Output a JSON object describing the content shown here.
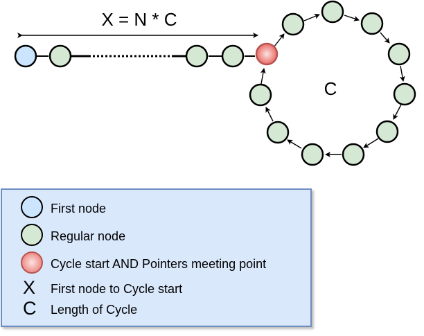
{
  "labels": {
    "x_formula": "X = N * C",
    "c_label": "C"
  },
  "colors": {
    "first_node": "#cce5ff",
    "regular_node": "#d5e8d4",
    "cycle_start_node": "#f8cecc",
    "legend_fill": "#dae8fc",
    "legend_border": "#6c8ebf"
  },
  "legend": {
    "first_node": "First node",
    "regular_node": "Regular node",
    "cycle_start": "Cycle start AND Pointers meeting point",
    "x_symbol": "X",
    "x_desc": "First node to Cycle start",
    "c_symbol": "C",
    "c_desc": "Length of Cycle"
  }
}
